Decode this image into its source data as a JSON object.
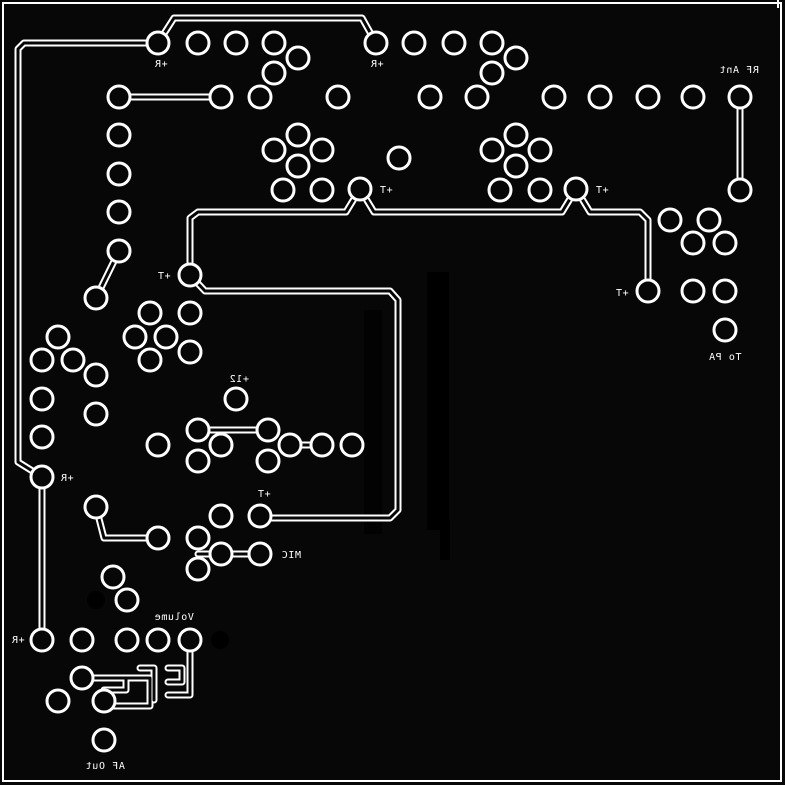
{
  "labels": {
    "r1": "+R",
    "r2": "+R",
    "r3": "+R",
    "r4": "+R",
    "rf_ant": "RF Ant",
    "t1": "+T",
    "t2": "+T",
    "t3": "+T",
    "t4": "+T",
    "t5": "+T",
    "to_pa": "To PA",
    "v12": "+12",
    "mic": "MIC",
    "volume": "Volume",
    "af_out": "AF Out"
  }
}
